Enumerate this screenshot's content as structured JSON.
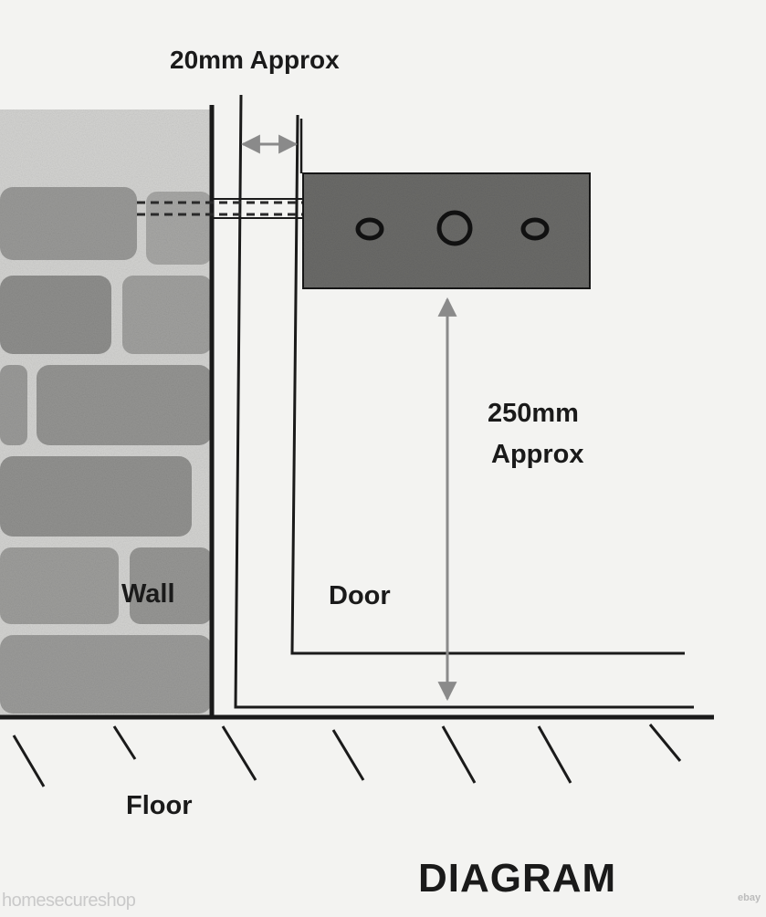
{
  "labels": {
    "gap_dimension": "20mm Approx",
    "height_dimension_line1": "250mm",
    "height_dimension_line2": "Approx",
    "wall": "Wall",
    "door": "Door",
    "floor": "Floor",
    "title": "DIAGRAM"
  },
  "watermark": {
    "text": "homesecureshop",
    "ebay_mark": "ebay"
  },
  "colors": {
    "background": "#f3f3f1",
    "ink": "#1a1a1a",
    "brick": "#9a9a98",
    "mortar": "#dcdcda",
    "bracket": "#6b6b69"
  }
}
